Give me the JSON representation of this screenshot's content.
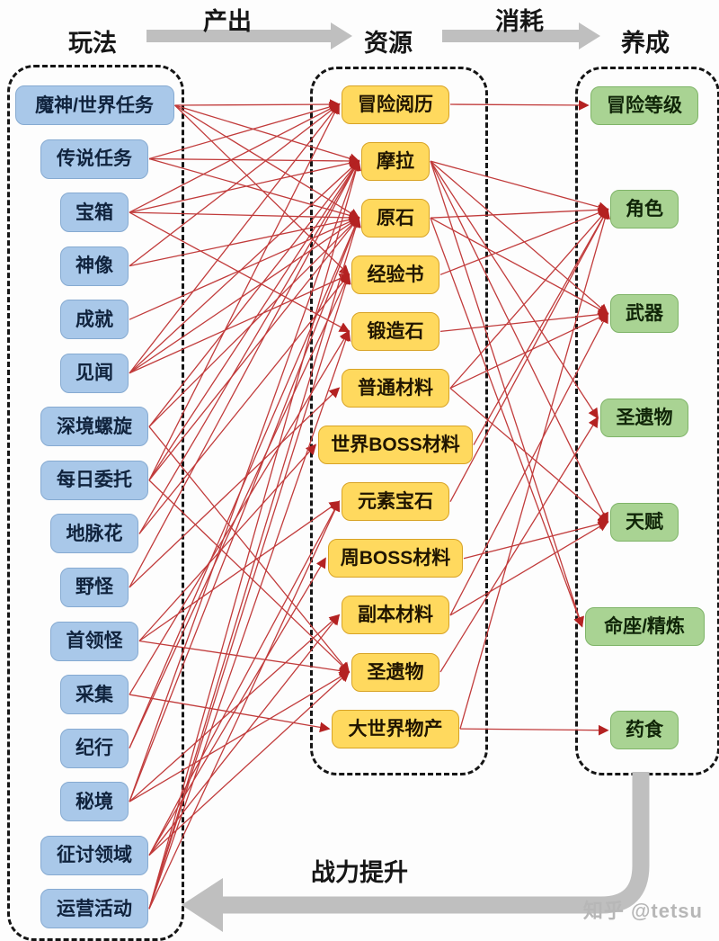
{
  "header": {
    "stage_play": "玩法",
    "arrow_produce": "产出",
    "stage_resources": "资源",
    "arrow_consume": "消耗",
    "stage_growth": "养成"
  },
  "columns": {
    "play": {
      "nodes": [
        "魔神/世界任务",
        "传说任务",
        "宝箱",
        "神像",
        "成就",
        "见闻",
        "深境螺旋",
        "每日委托",
        "地脉花",
        "野怪",
        "首领怪",
        "采集",
        "纪行",
        "秘境",
        "征讨领域",
        "运营活动"
      ]
    },
    "resources": {
      "nodes": [
        "冒险阅历",
        "摩拉",
        "原石",
        "经验书",
        "锻造石",
        "普通材料",
        "世界BOSS材料",
        "元素宝石",
        "周BOSS材料",
        "副本材料",
        "圣遗物",
        "大世界物产"
      ]
    },
    "growth": {
      "nodes": [
        "冒险等级",
        "角色",
        "武器",
        "圣遗物",
        "天赋",
        "命座/精炼",
        "药食"
      ]
    }
  },
  "edges": {
    "produce": [
      [
        0,
        0
      ],
      [
        0,
        1
      ],
      [
        0,
        2
      ],
      [
        0,
        3
      ],
      [
        1,
        0
      ],
      [
        1,
        1
      ],
      [
        1,
        2
      ],
      [
        2,
        0
      ],
      [
        2,
        1
      ],
      [
        2,
        2
      ],
      [
        2,
        4
      ],
      [
        3,
        0
      ],
      [
        3,
        2
      ],
      [
        4,
        2
      ],
      [
        5,
        0
      ],
      [
        5,
        1
      ],
      [
        5,
        2
      ],
      [
        5,
        3
      ],
      [
        6,
        1
      ],
      [
        6,
        2
      ],
      [
        6,
        10
      ],
      [
        7,
        0
      ],
      [
        7,
        1
      ],
      [
        7,
        2
      ],
      [
        7,
        10
      ],
      [
        8,
        1
      ],
      [
        8,
        3
      ],
      [
        9,
        1
      ],
      [
        9,
        5
      ],
      [
        10,
        6
      ],
      [
        10,
        7
      ],
      [
        10,
        10
      ],
      [
        11,
        4
      ],
      [
        11,
        11
      ],
      [
        12,
        2
      ],
      [
        12,
        3
      ],
      [
        13,
        1
      ],
      [
        13,
        2
      ],
      [
        13,
        9
      ],
      [
        13,
        10
      ],
      [
        14,
        7
      ],
      [
        14,
        8
      ],
      [
        14,
        9
      ],
      [
        14,
        10
      ],
      [
        15,
        1
      ],
      [
        15,
        2
      ],
      [
        15,
        3
      ],
      [
        15,
        4
      ],
      [
        15,
        7
      ]
    ],
    "consume": [
      [
        0,
        0
      ],
      [
        1,
        1
      ],
      [
        1,
        2
      ],
      [
        1,
        3
      ],
      [
        1,
        4
      ],
      [
        1,
        5
      ],
      [
        2,
        1
      ],
      [
        2,
        2
      ],
      [
        2,
        5
      ],
      [
        3,
        1
      ],
      [
        4,
        2
      ],
      [
        5,
        1
      ],
      [
        5,
        2
      ],
      [
        5,
        4
      ],
      [
        6,
        1
      ],
      [
        7,
        1
      ],
      [
        8,
        4
      ],
      [
        9,
        2
      ],
      [
        9,
        4
      ],
      [
        10,
        3
      ],
      [
        11,
        1
      ],
      [
        11,
        6
      ]
    ]
  },
  "feedback": {
    "label": "战力提升"
  },
  "watermark": {
    "text": "知乎 @tetsu"
  },
  "colors": {
    "play_fill": "#a9c8e9",
    "play_border": "#86aad1",
    "res_fill": "#ffd95e",
    "res_border": "#d8a325",
    "growth_fill": "#a9d393",
    "growth_border": "#7fb468",
    "edge_line": "#c13b3b",
    "edge_arrow": "#b42222",
    "gray_arrow": "#bfbfbf"
  }
}
